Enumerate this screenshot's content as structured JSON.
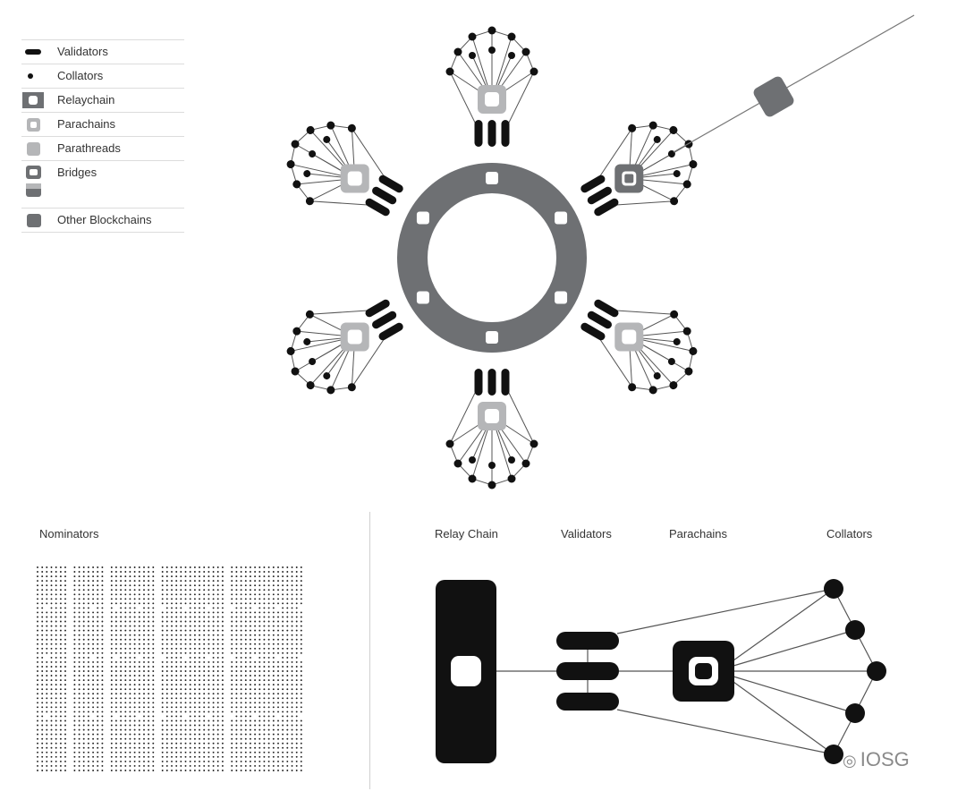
{
  "legend": {
    "items": [
      {
        "label": "Validators",
        "swatch": "validator-icon"
      },
      {
        "label": "Collators",
        "swatch": "collator-icon"
      },
      {
        "label": "Relaychain",
        "swatch": "relaychain-icon"
      },
      {
        "label": "Parachains",
        "swatch": "parachain-icon"
      },
      {
        "label": "Parathreads",
        "swatch": "parathread-icon"
      },
      {
        "label": "Bridges",
        "swatch": "bridge-icon"
      },
      {
        "label": "Other Blockchains",
        "swatch": "other-blockchain-icon"
      }
    ]
  },
  "nominators": {
    "label": "Nominators"
  },
  "detail": {
    "relay_chain_label": "Relay Chain",
    "validators_label": "Validators",
    "parachains_label": "Parachains",
    "collators_label": "Collators"
  },
  "watermark": {
    "text": "IOSG"
  },
  "colors": {
    "relaychain": "#6e7073",
    "parachain": "#b5b6b8",
    "bridge": "#6e7073",
    "other_blockchain": "#6e7073",
    "validator": "#111111",
    "collator": "#111111",
    "line": "#555555"
  }
}
